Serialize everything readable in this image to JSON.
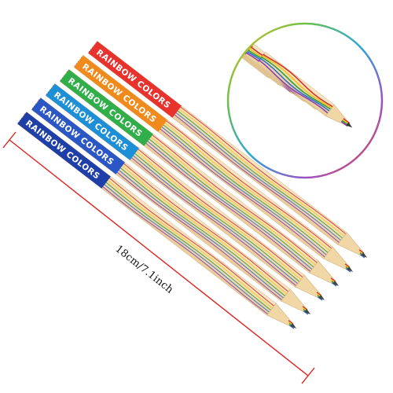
{
  "product": {
    "imprint": "RAINBOW COLORS",
    "pencil_count": 6,
    "label_colors": [
      "#e8322d",
      "#f08a1c",
      "#2fae4a",
      "#1d8fd6",
      "#2a56c6",
      "#1f3fa8"
    ]
  },
  "measurement": {
    "text": "18cm/7.1inch",
    "line_color": "#e0201c"
  },
  "detail_inset": {
    "shape": "circle",
    "border": "rainbow gradient",
    "shows": "sharpened multicolor tips"
  },
  "colors": {
    "wood": "#f4dfb8",
    "stripe_red": "#d6322c",
    "stripe_yellow": "#f2c21b",
    "stripe_green": "#2f9d43",
    "stripe_blue": "#2f6fd0",
    "stripe_purple": "#8a3fb5"
  }
}
